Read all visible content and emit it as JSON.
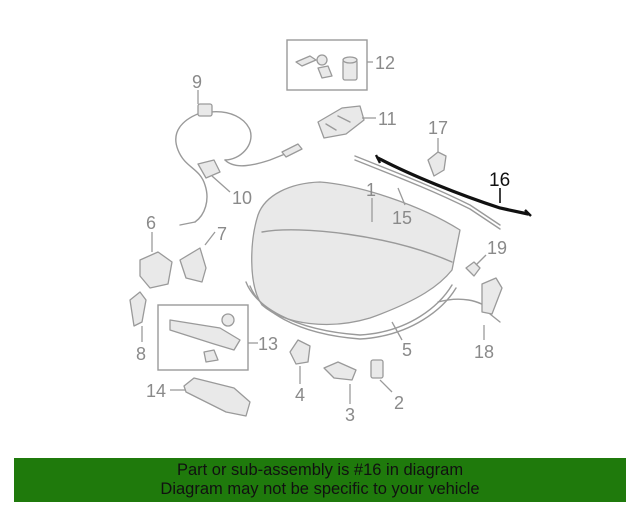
{
  "callouts": {
    "c1": "1",
    "c2": "2",
    "c3": "3",
    "c4": "4",
    "c5": "5",
    "c6": "6",
    "c7": "7",
    "c8": "8",
    "c9": "9",
    "c10": "10",
    "c11": "11",
    "c12": "12",
    "c13": "13",
    "c14": "14",
    "c15": "15",
    "c16": "16",
    "c17": "17",
    "c18": "18",
    "c19": "19"
  },
  "highlighted_part": "16",
  "colors": {
    "banner_bg": "#1f7a0c",
    "highlight": "#111111",
    "parts": "#9a9a9a"
  },
  "banner": {
    "line1": "Part or sub-assembly is #16 in diagram",
    "line2": "Diagram may not be specific to your vehicle"
  }
}
